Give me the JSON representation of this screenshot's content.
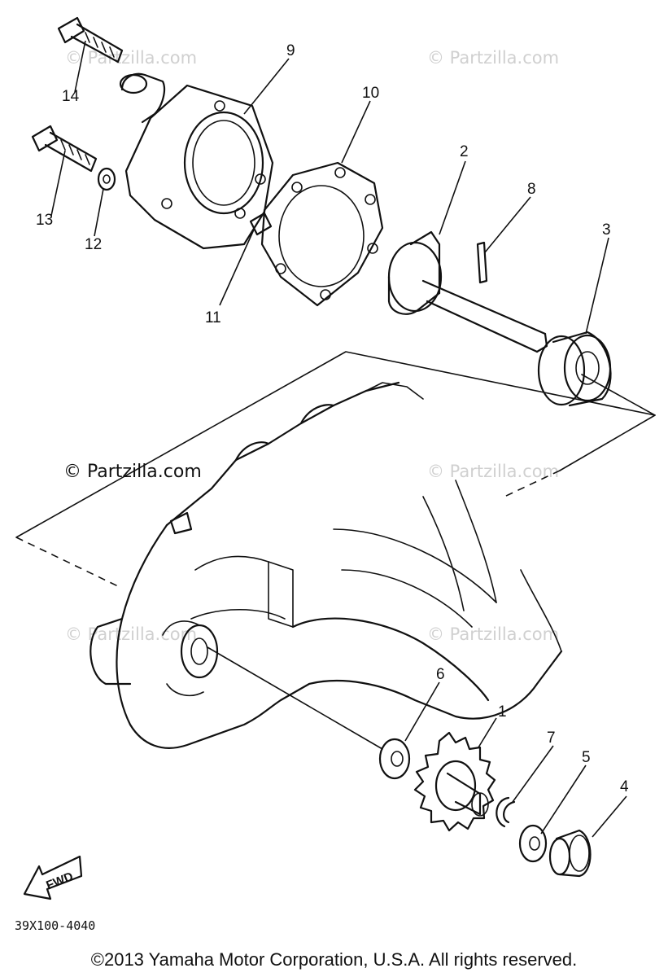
{
  "watermarks": [
    "© Partzilla.com",
    "© Partzilla.com",
    "© Partzilla.com",
    "© Partzilla.com",
    "© Partzilla.com",
    "© Partzilla.com"
  ],
  "callouts": [
    "1",
    "2",
    "3",
    "4",
    "5",
    "6",
    "7",
    "8",
    "9",
    "10",
    "11",
    "12",
    "13",
    "14"
  ],
  "fwd_label": "FWD",
  "diagram_code": "39X100-4040",
  "copyright": "©2013 Yamaha Motor Corporation, U.S.A. All rights reserved."
}
